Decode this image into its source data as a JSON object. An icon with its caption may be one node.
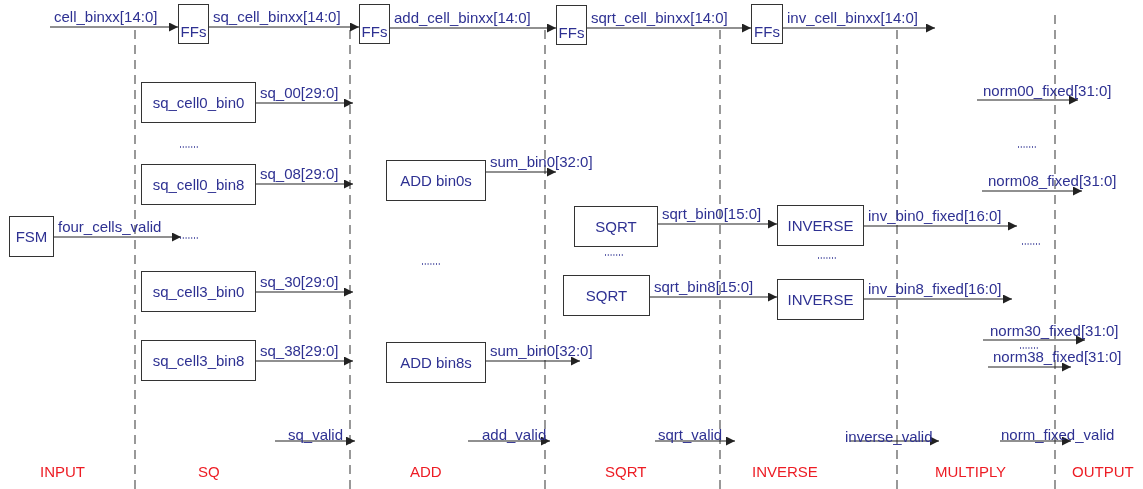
{
  "diagram": {
    "nodes": [
      {
        "text": [
          "FFs"
        ]
      },
      {
        "text": [
          "FFs"
        ]
      },
      {
        "text": [
          "FFs"
        ]
      },
      {
        "text": [
          "FFs"
        ]
      },
      {
        "text": [
          "sq_cell0_bin0"
        ]
      },
      {
        "text": [
          "sq_cell0_bin8"
        ]
      },
      {
        "text": [
          "ADD bin0s"
        ]
      },
      {
        "text": [
          "FSM"
        ]
      },
      {
        "text": [
          "SQRT"
        ]
      },
      {
        "text": [
          "INVERSE"
        ]
      },
      {
        "text": [
          "sq_cell3_bin0"
        ]
      },
      {
        "text": [
          "SQRT"
        ]
      },
      {
        "text": [
          "INVERSE"
        ]
      },
      {
        "text": [
          "sq_cell3_bin8"
        ]
      },
      {
        "text": [
          "ADD bin8s"
        ]
      }
    ],
    "edges": [
      {
        "from": null,
        "to": 0,
        "arrow": "to",
        "label": "cell_binxx[14:0]"
      },
      {
        "from": 0,
        "to": 1,
        "arrow": "to",
        "label": "sq_cell_binxx[14:0]"
      },
      {
        "from": 1,
        "to": 2,
        "arrow": "to",
        "label": "add_cell_binxx[14:0]"
      },
      {
        "from": 2,
        "to": 3,
        "arrow": "to",
        "label": "sqrt_cell_binxx[14:0]"
      },
      {
        "from": 3,
        "to": null,
        "arrow": "to",
        "label": "inv_cell_binxx[14:0]"
      },
      {
        "from": 4,
        "to": null,
        "arrow": "to",
        "label": "sq_00[29:0]"
      },
      {
        "from": 5,
        "to": null,
        "arrow": "to",
        "label": "sq_08[29:0]"
      },
      {
        "from": 6,
        "to": null,
        "arrow": "to",
        "label": "sum_bin0[32:0]"
      },
      {
        "from": 7,
        "to": null,
        "arrow": "to",
        "label": "four_cells_valid"
      },
      {
        "from": 8,
        "to": 9,
        "arrow": "to",
        "label": "sqrt_bin0[15:0]"
      },
      {
        "from": 9,
        "to": null,
        "arrow": "to",
        "label": "inv_bin0_fixed[16:0]"
      },
      {
        "from": 10,
        "to": null,
        "arrow": "to",
        "label": "sq_30[29:0]"
      },
      {
        "from": 11,
        "to": 12,
        "arrow": "to",
        "label": "sqrt_bin8[15:0]"
      },
      {
        "from": 12,
        "to": null,
        "arrow": "to",
        "label": "inv_bin8_fixed[16:0]"
      },
      {
        "from": 13,
        "to": null,
        "arrow": "to",
        "label": "sq_38[29:0]"
      },
      {
        "from": 14,
        "to": null,
        "arrow": "to",
        "label": "sum_bin0[32:0]"
      }
    ],
    "labels": [
      "norm00_fixed[31:0]",
      "norm08_fixed[31:0]",
      "norm30_fixed[31:0]",
      "norm38_fixed[31:0]",
      "sq_valid",
      "add_valid",
      "sqrt_valid",
      "inverse_valid",
      "norm_fixed_valid",
      "INPUT",
      "SQ",
      "ADD",
      "SQRT",
      "INVERSE",
      "MULTIPLY",
      "OUTPUT"
    ]
  }
}
